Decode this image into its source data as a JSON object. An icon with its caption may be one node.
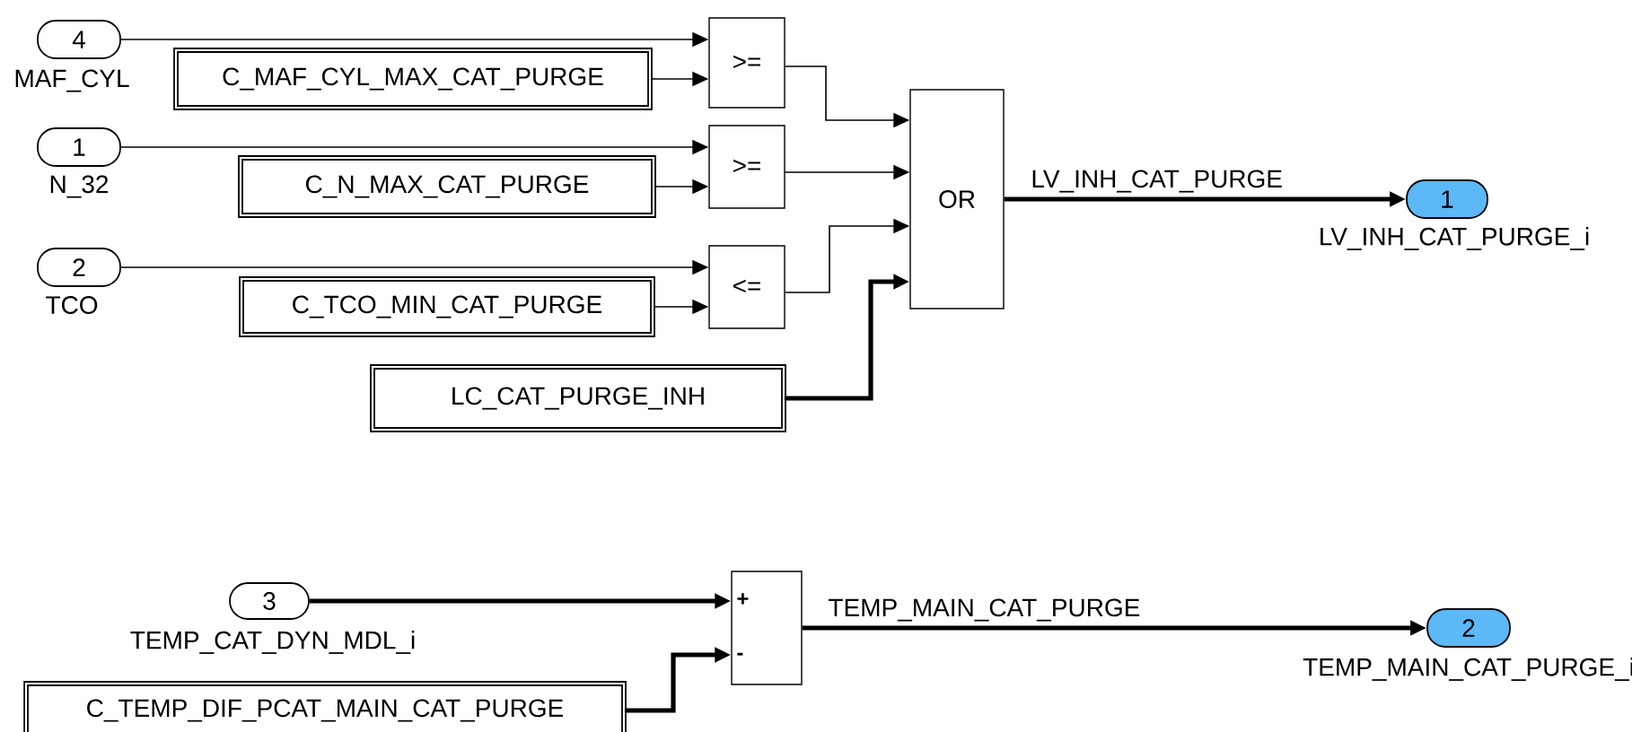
{
  "diagram": {
    "nodes": [
      {
        "text": [
          "4"
        ],
        "beside": [
          "MAF_CYL"
        ]
      },
      {
        "text": [
          "C_MAF_CYL_MAX_CAT_PURGE"
        ]
      },
      {
        "text": [
          ">="
        ]
      },
      {
        "text": [
          "1"
        ],
        "beside": [
          "N_32"
        ]
      },
      {
        "text": [
          "C_N_MAX_CAT_PURGE"
        ]
      },
      {
        "text": [
          ">="
        ]
      },
      {
        "text": [
          "2"
        ],
        "beside": [
          "TCO"
        ]
      },
      {
        "text": [
          "C_TCO_MIN_CAT_PURGE"
        ]
      },
      {
        "text": [
          "<="
        ]
      },
      {
        "text": [
          "LC_CAT_PURGE_INH"
        ]
      },
      {
        "text": [
          "OR"
        ]
      },
      {
        "text": [
          "1"
        ],
        "beside": [
          "LV_INH_CAT_PURGE_i"
        ]
      },
      {
        "text": [
          "3"
        ],
        "beside": [
          "TEMP_CAT_DYN_MDL_i"
        ]
      },
      {
        "text": [
          "C_TEMP_DIF_PCAT_MAIN_CAT_PURGE"
        ]
      },
      {
        "text": [
          "+",
          "-"
        ]
      },
      {
        "text": [
          "2"
        ],
        "beside": [
          "TEMP_MAIN_CAT_PURGE_i"
        ]
      }
    ],
    "edges": [
      {
        "from": 0,
        "to": 2,
        "arrow": "to"
      },
      {
        "from": 1,
        "to": 2,
        "arrow": "to"
      },
      {
        "from": 3,
        "to": 5,
        "arrow": "to"
      },
      {
        "from": 4,
        "to": 5,
        "arrow": "to"
      },
      {
        "from": 6,
        "to": 8,
        "arrow": "to"
      },
      {
        "from": 7,
        "to": 8,
        "arrow": "to"
      },
      {
        "from": 2,
        "to": 10,
        "arrow": "to"
      },
      {
        "from": 5,
        "to": 10,
        "arrow": "to"
      },
      {
        "from": 8,
        "to": 10,
        "arrow": "to"
      },
      {
        "from": 9,
        "to": 10,
        "arrow": "to",
        "style": "thick"
      },
      {
        "from": 10,
        "to": 11,
        "arrow": "to",
        "style": "thick",
        "label": "LV_INH_CAT_PURGE"
      },
      {
        "from": 12,
        "to": 14,
        "arrow": "to",
        "style": "thick"
      },
      {
        "from": 13,
        "to": 14,
        "arrow": "to",
        "style": "thick"
      },
      {
        "from": 14,
        "to": 15,
        "arrow": "to",
        "style": "thick",
        "label": "TEMP_MAIN_CAT_PURGE"
      }
    ]
  }
}
